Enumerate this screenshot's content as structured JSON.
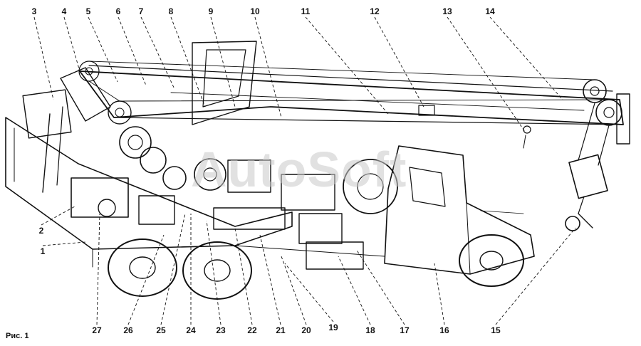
{
  "figure": {
    "caption": "Рис. 1",
    "watermark": "AutoSoft",
    "callouts": [
      "1",
      "2",
      "3",
      "4",
      "5",
      "6",
      "7",
      "8",
      "9",
      "10",
      "11",
      "12",
      "13",
      "14",
      "15",
      "16",
      "17",
      "18",
      "19",
      "20",
      "21",
      "22",
      "23",
      "24",
      "25",
      "26",
      "27"
    ]
  }
}
